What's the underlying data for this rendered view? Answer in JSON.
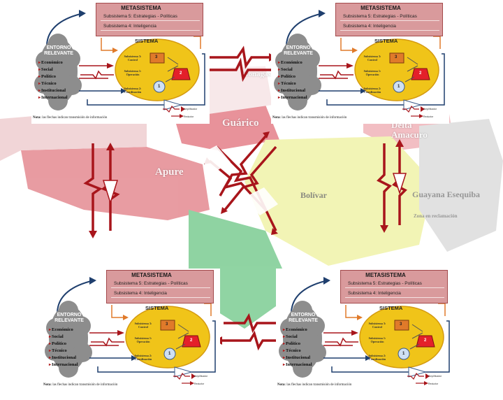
{
  "map": {
    "labels": [
      "Apure",
      "Bolívar",
      "Guárico",
      "Monagas",
      "Delta Amacuro",
      "Guayana Esequiba",
      "Zona en reclamación"
    ]
  },
  "panel": {
    "metasistema_title": "METASISTEMA",
    "subsistema5": "Subsistema 5: Estrategias - Políticas",
    "subsistema4": "Subsistema 4: Inteligencia",
    "sistema_title": "SISTEMA",
    "sub3": "Subsistema 3: Control",
    "sub1": "Subsistema 1: Operación",
    "sub2": "Subsistema 2: Coordinación",
    "num3": "3",
    "num2": "2",
    "num1": "1",
    "entorno_title": "ENTORNO RELEVANTE",
    "entorno_items": [
      "Económico",
      "Social",
      "Político",
      "Técnico",
      "Institucional",
      "Internacional"
    ],
    "nota_label": "Nota:",
    "nota_text": "las flechas indican transmisión de información",
    "legend_amplificador": "Amplificador",
    "legend_reductor": "Reductor"
  },
  "colors": {
    "arrow_red": "#a8151b",
    "metasistema_fill": "#d99a9c",
    "sistema_fill": "#f0c419",
    "entorno_cloud": "#9a9a9a",
    "feedback_blue": "#1f3f6e",
    "map_red": "#e0313a",
    "map_green": "#2aa84a"
  }
}
